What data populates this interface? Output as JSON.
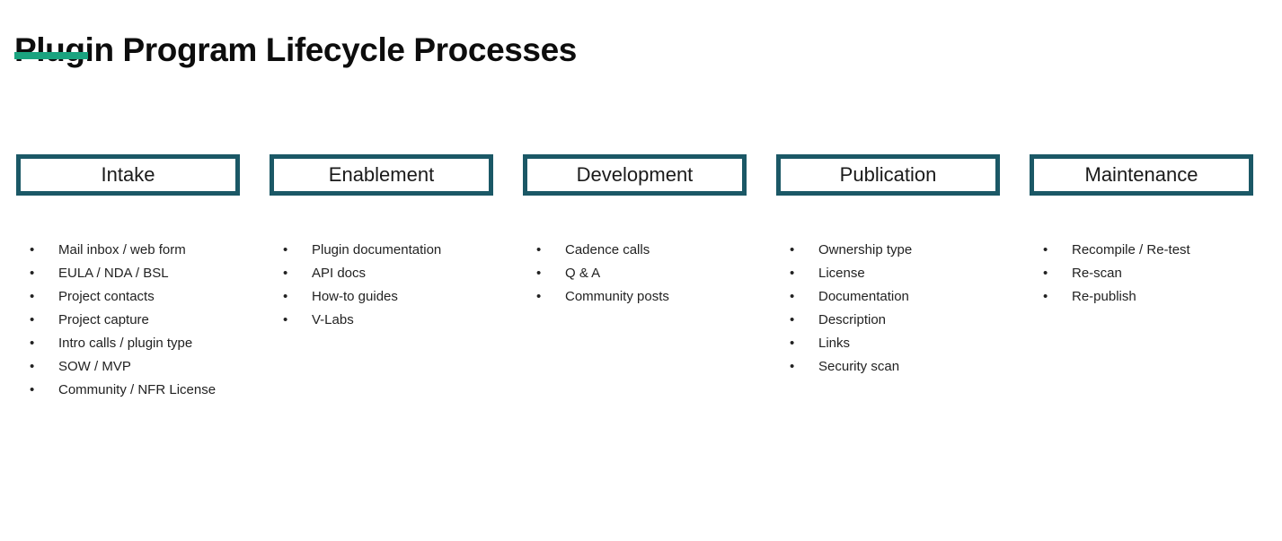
{
  "page": {
    "title": "Plugin Program Lifecycle Processes",
    "accent_color": "#1aa37f",
    "box_border_color": "#1b5866",
    "background_color": "#ffffff",
    "text_color": "#222222",
    "bullet_glyph": "•"
  },
  "phases": [
    {
      "name": "Intake",
      "items": [
        "Mail inbox / web form",
        "EULA / NDA / BSL",
        "Project contacts",
        "Project capture",
        "Intro calls / plugin type",
        "SOW / MVP",
        "Community / NFR License"
      ]
    },
    {
      "name": "Enablement",
      "items": [
        "Plugin documentation",
        "API docs",
        "How-to guides",
        "V-Labs"
      ]
    },
    {
      "name": "Development",
      "items": [
        "Cadence calls",
        "Q & A",
        "Community posts"
      ]
    },
    {
      "name": "Publication",
      "items": [
        "Ownership type",
        "License",
        "Documentation",
        "Description",
        "Links",
        "Security scan"
      ]
    },
    {
      "name": "Maintenance",
      "items": [
        "Recompile / Re-test",
        "Re-scan",
        "Re-publish"
      ]
    }
  ]
}
